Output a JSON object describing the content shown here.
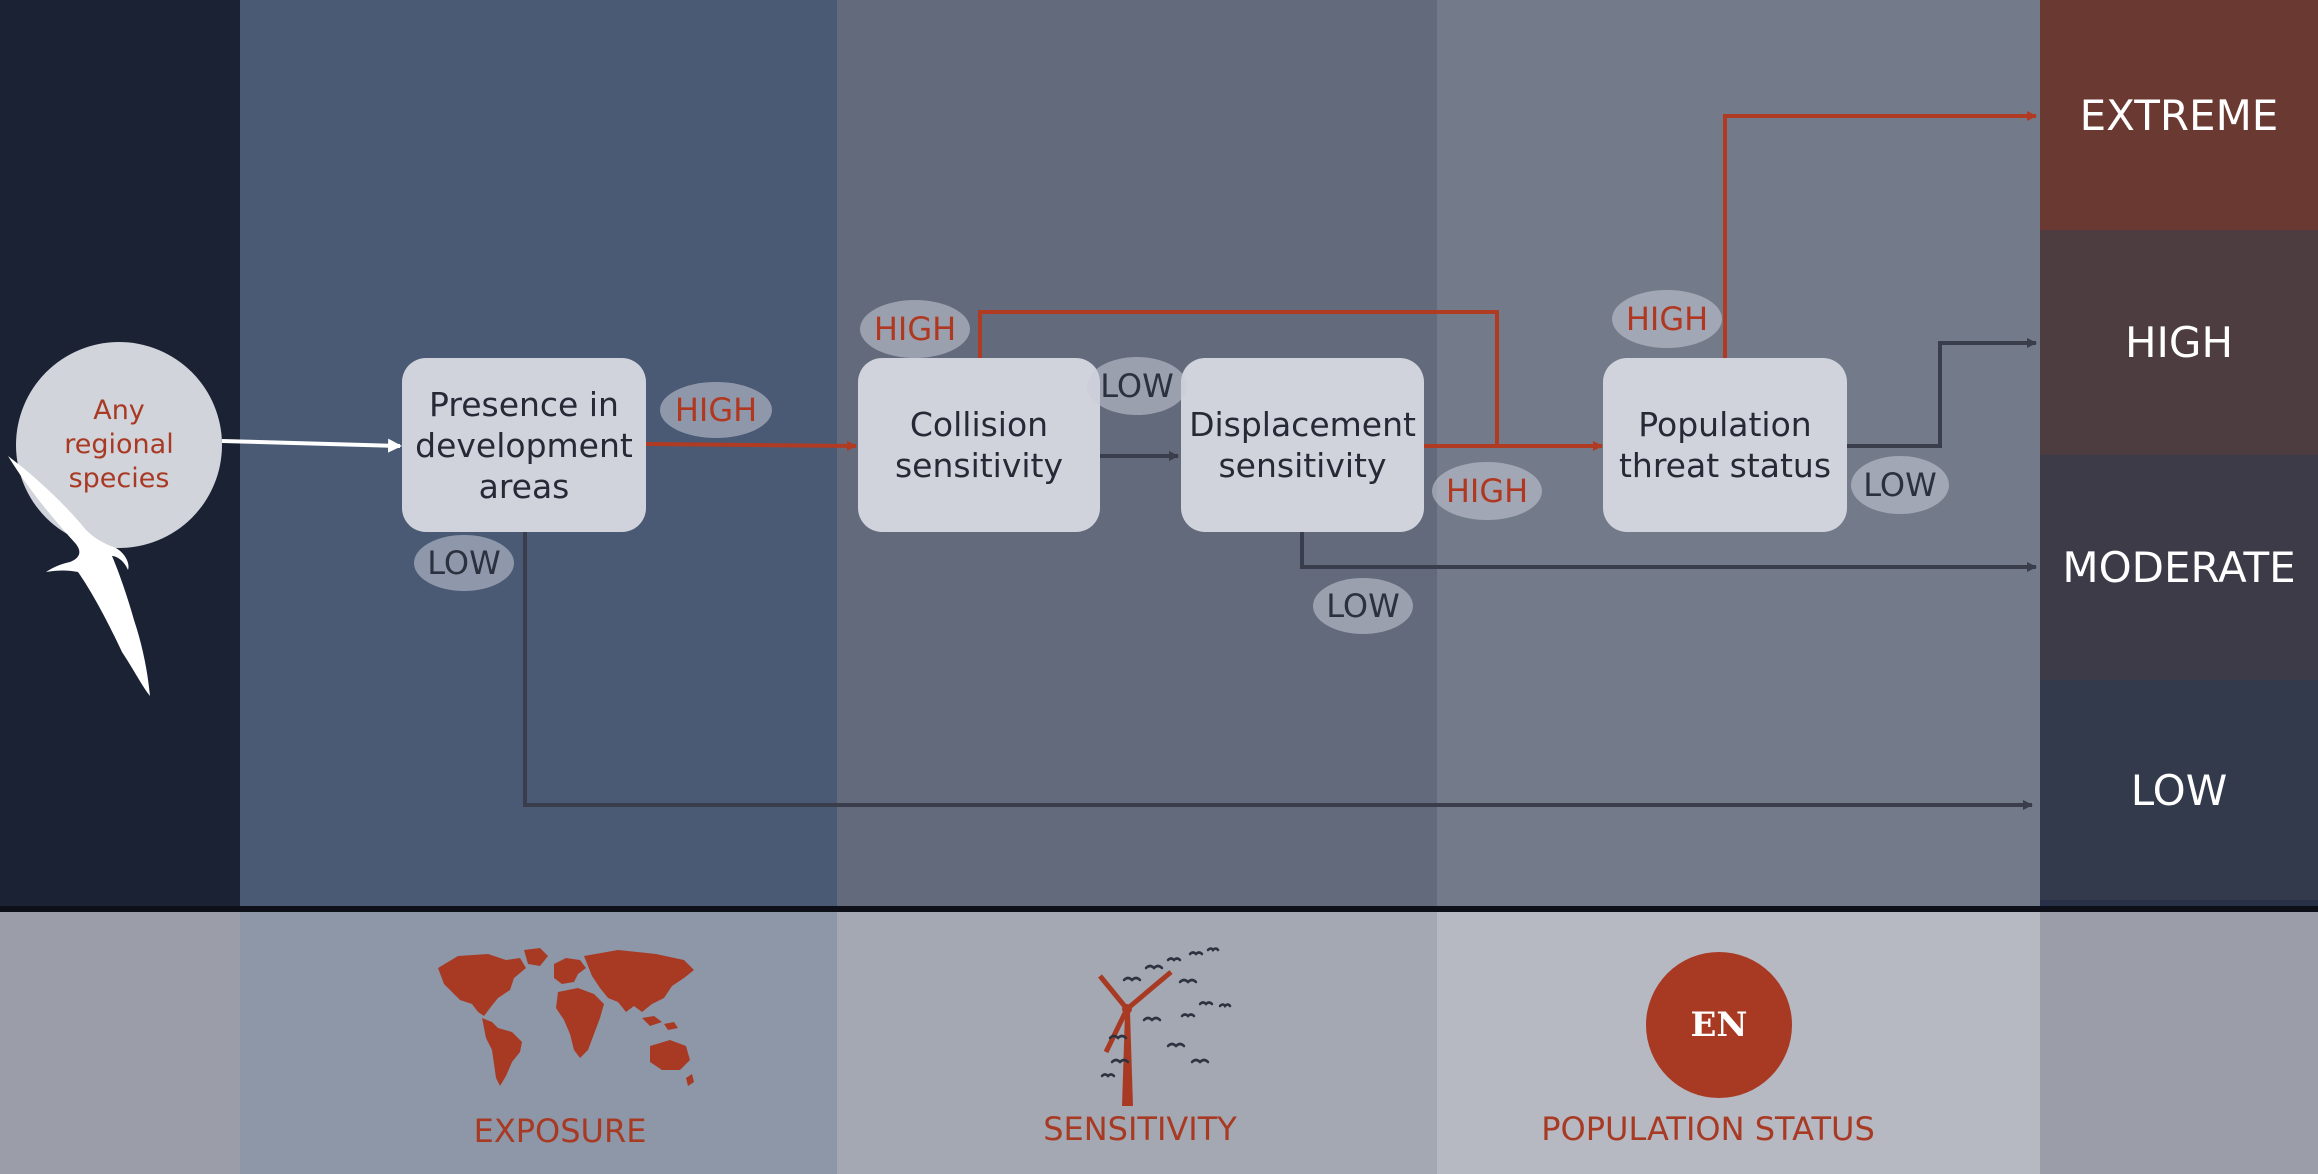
{
  "species": {
    "label": "Any\nregional\nspecies",
    "icon": "albatross-silhouette-icon"
  },
  "nodes": {
    "presence": "Presence in\ndevelopment\nareas",
    "collision": "Collision\nsensitivity",
    "displacement": "Displacement\nsensitivity",
    "population": "Population\nthreat status"
  },
  "pills": {
    "presence_high": "HIGH",
    "presence_low": "LOW",
    "collision_high": "HIGH",
    "collision_low": "LOW",
    "displacement_high": "HIGH",
    "displacement_low": "LOW",
    "population_high": "HIGH",
    "population_low": "LOW"
  },
  "risk_levels": [
    "EXTREME",
    "HIGH",
    "MODERATE",
    "LOW"
  ],
  "categories": [
    {
      "label": "EXPOSURE",
      "icon": "world-map-icon"
    },
    {
      "label": "SENSITIVITY",
      "icon": "wind-turbine-birds-icon"
    },
    {
      "label": "POPULATION STATUS",
      "icon": "endangered-status-icon",
      "badge": "EN"
    }
  ],
  "colors": {
    "high_path": "#b03a22",
    "low_path": "#3a3d4c",
    "extreme": "#6a3a32",
    "high": "#4e3d40",
    "moderate": "#3e3b48",
    "low": "#323a4c"
  }
}
